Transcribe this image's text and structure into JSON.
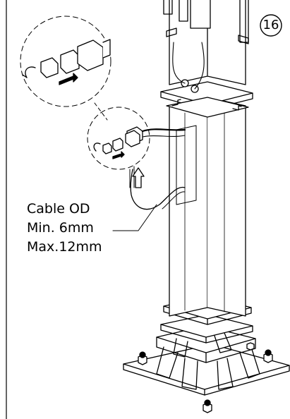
{
  "step": {
    "number": "16"
  },
  "callout": {
    "line1": "Cable OD",
    "line2": "Min. 6mm",
    "line3": "Max.12mm"
  },
  "colors": {
    "ink": "#000000",
    "paper": "#ffffff",
    "shade": "#cfcfcf"
  }
}
